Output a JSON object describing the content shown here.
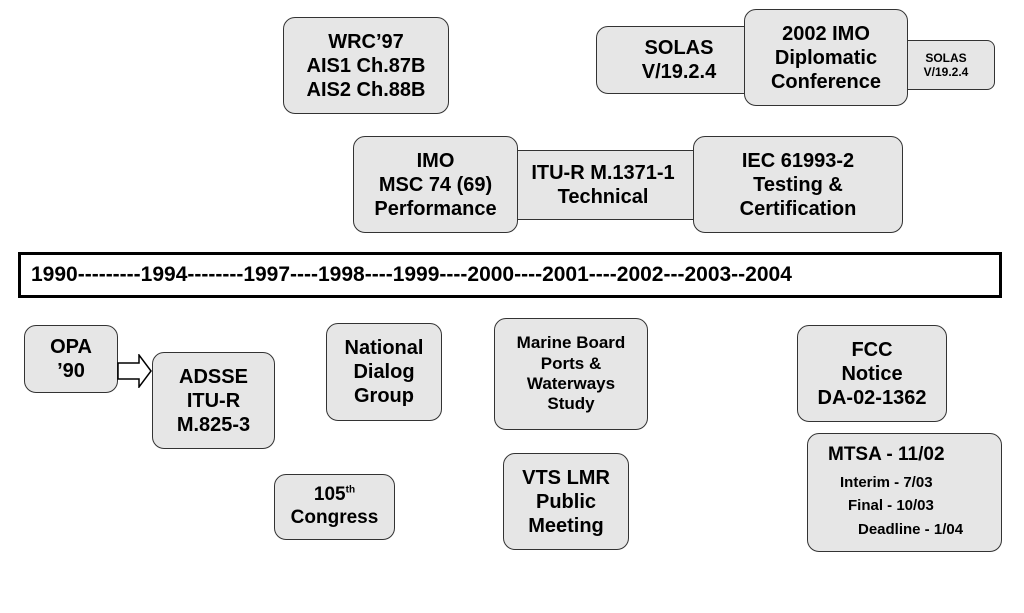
{
  "timeline": {
    "text": "1990---------1994--------1997----1998----1999----2000----2001----2002---2003--2004"
  },
  "boxes": {
    "wrc97": [
      "WRC’97",
      "AIS1 Ch.87B",
      "AIS2 Ch.88B"
    ],
    "solas_left": [
      "SOLAS",
      "V/19.2.4"
    ],
    "imo_2002": [
      "2002 IMO",
      "Diplomatic",
      "Conference"
    ],
    "solas_right": [
      "SOLAS",
      "V/19.2.4"
    ],
    "imo_msc": [
      "IMO",
      "MSC 74 (69)",
      "Performance"
    ],
    "itu_r_1371": [
      "ITU-R M.1371-1",
      "Technical"
    ],
    "iec_61993": [
      "IEC 61993-2",
      "Testing &",
      "Certification"
    ],
    "opa90": [
      "OPA",
      "’90"
    ],
    "adsse": [
      "ADSSE",
      "ITU-R",
      "M.825-3"
    ],
    "national_dialog": [
      "National",
      "Dialog",
      "Group"
    ],
    "marine_board": [
      "Marine Board",
      "Ports &",
      "Waterways",
      "Study"
    ],
    "fcc_notice": [
      "FCC",
      "Notice",
      "DA-02-1362"
    ],
    "congress": {
      "number": "105",
      "suffix": "th",
      "label": "Congress"
    },
    "vts_lmr": [
      "VTS LMR",
      "Public",
      "Meeting"
    ],
    "mtsa": [
      "MTSA - 11/02",
      "Interim - 7/03",
      "Final - 10/03",
      "Deadline - 1/04"
    ]
  },
  "colors": {
    "box_fill": "#e6e6e6",
    "box_border": "#333333",
    "timeline_border": "#000000"
  }
}
